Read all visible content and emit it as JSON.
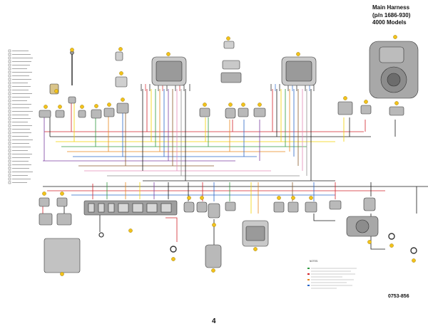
{
  "title": {
    "line1": "Main Harness",
    "line2": "(p/n 1686-930)",
    "line3": "4000 Models"
  },
  "document_number": "0753-856",
  "page_number": "4",
  "notes_heading": "NOTES:",
  "colors": {
    "wire_black": "#1a1a1a",
    "wire_red": "#d2232a",
    "wire_orange": "#e8871e",
    "wire_yellow": "#f2d200",
    "wire_green": "#2f9a3f",
    "wire_blue": "#2a66c8",
    "wire_purple": "#7b3fa0",
    "wire_brown": "#8a5a2b",
    "wire_pink": "#e58bb6",
    "wire_gray": "#8e8e8e",
    "connector_fill": "#b9b9b9",
    "callout_fill": "#f3c21a"
  }
}
